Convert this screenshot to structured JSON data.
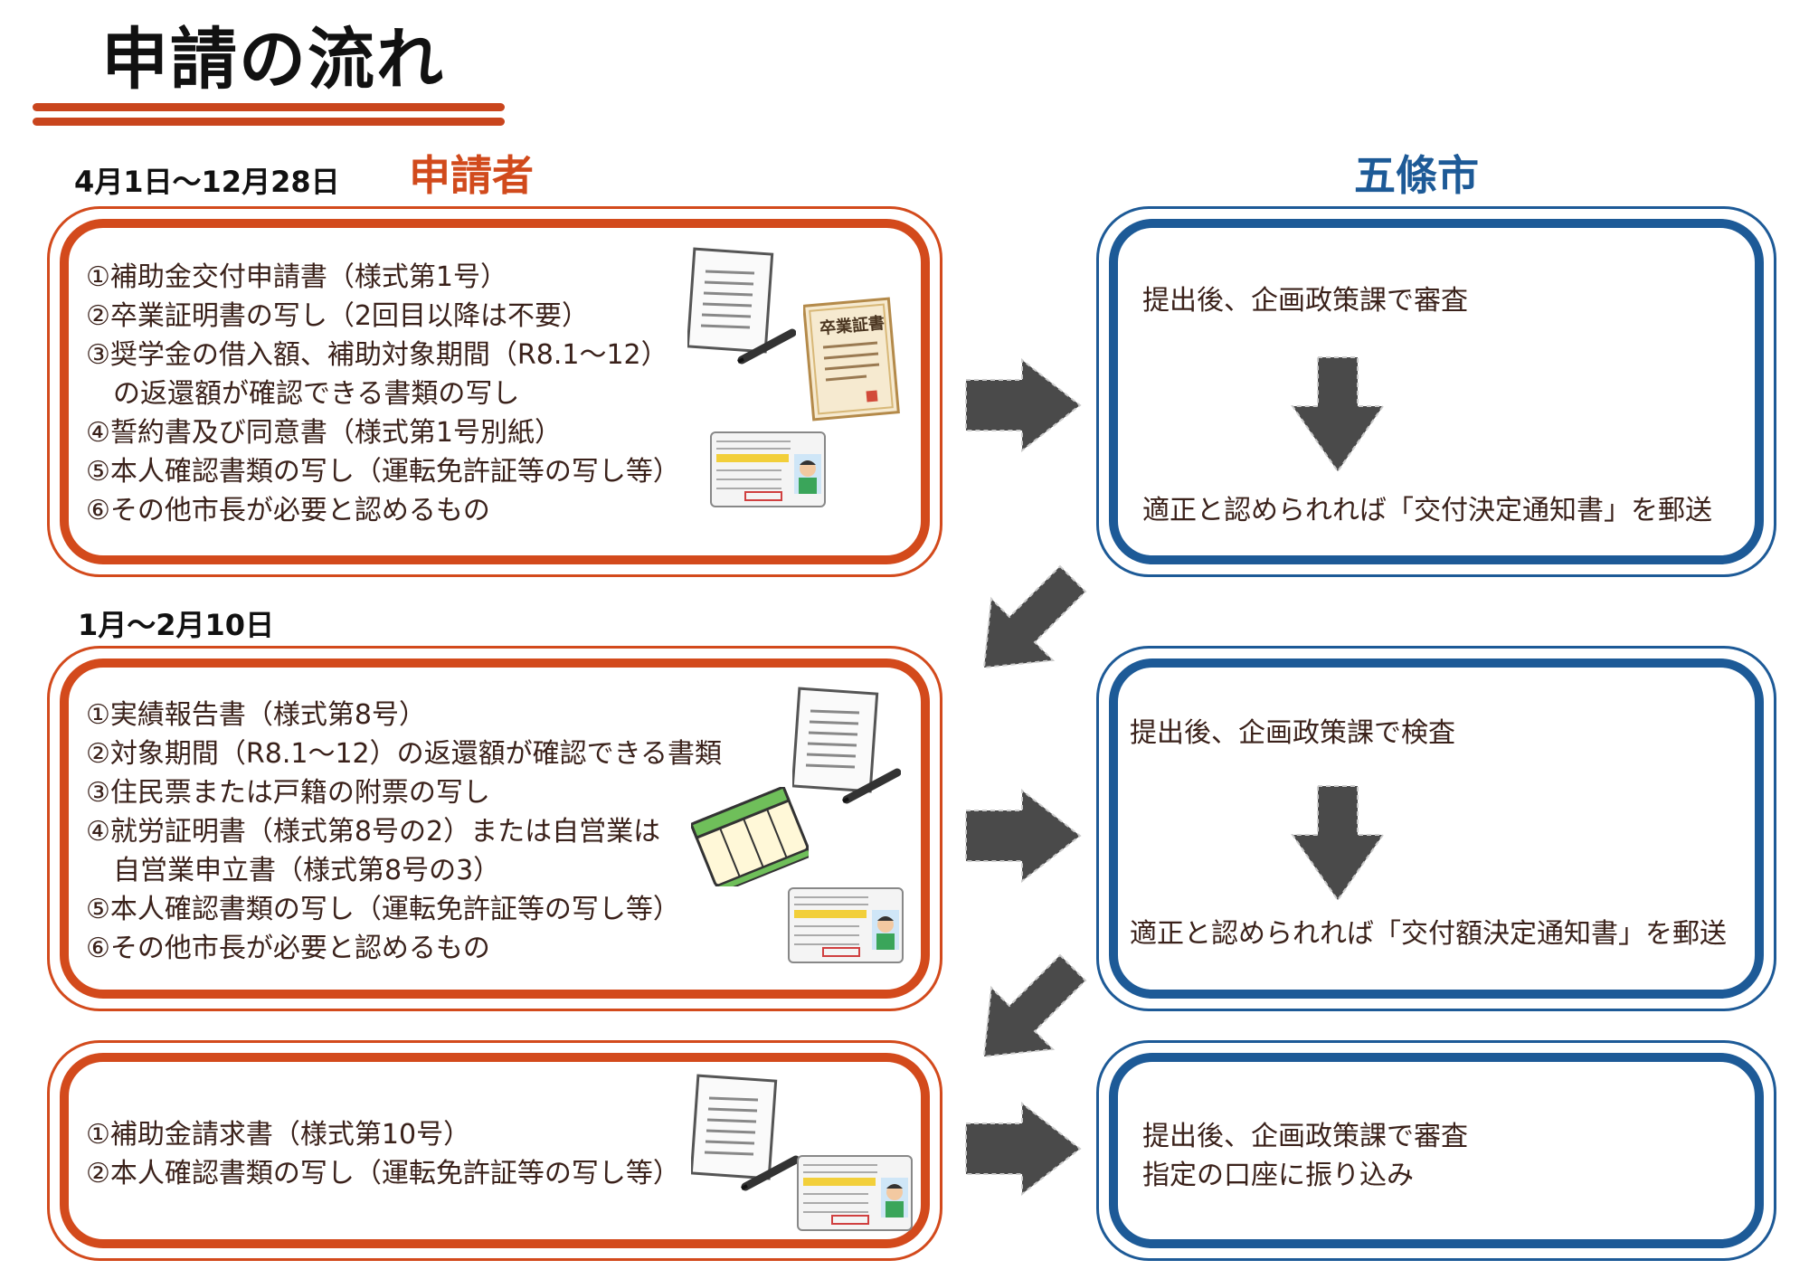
{
  "title": "申請の流れ",
  "headers": {
    "applicant": "申請者",
    "city": "五條市"
  },
  "stage1": {
    "date": "4月1日〜12月28日",
    "applicant_items": [
      "①補助金交付申請書（様式第1号）",
      "②卒業証明書の写し（2回目以降は不要）",
      "③奨学金の借入額、補助対象期間（R8.1〜12）",
      "　の返還額が確認できる書類の写し",
      "④誓約書及び同意書（様式第1号別紙）",
      "⑤本人確認書類の写し（運転免許証等の写し等）",
      "⑥その他市長が必要と認めるもの"
    ],
    "certificate_label": "卒業証書",
    "city_top": "提出後、企画政策課で審査",
    "city_bottom": "適正と認められれば「交付決定通知書」を郵送"
  },
  "stage2": {
    "date": "1月〜2月10日",
    "applicant_items": [
      "①実績報告書（様式第8号）",
      "②対象期間（R8.1〜12）の返還額が確認できる書類",
      "③住民票または戸籍の附票の写し",
      "④就労証明書（様式第8号の2）または自営業は",
      "　自営業申立書（様式第8号の3）",
      "⑤本人確認書類の写し（運転免許証等の写し等）",
      "⑥その他市長が必要と認めるもの"
    ],
    "city_top": "提出後、企画政策課で検査",
    "city_bottom": "適正と認められれば「交付額決定通知書」を郵送"
  },
  "stage3": {
    "applicant_items": [
      "①補助金請求書（様式第10号）",
      "②本人確認書類の写し（運転免許証等の写し等）"
    ],
    "city_lines": [
      "提出後、企画政策課で審査",
      "指定の口座に振り込み"
    ]
  },
  "colors": {
    "applicant": "#d34a1c",
    "city": "#1d5a97",
    "arrow": "#4a4a4a"
  }
}
